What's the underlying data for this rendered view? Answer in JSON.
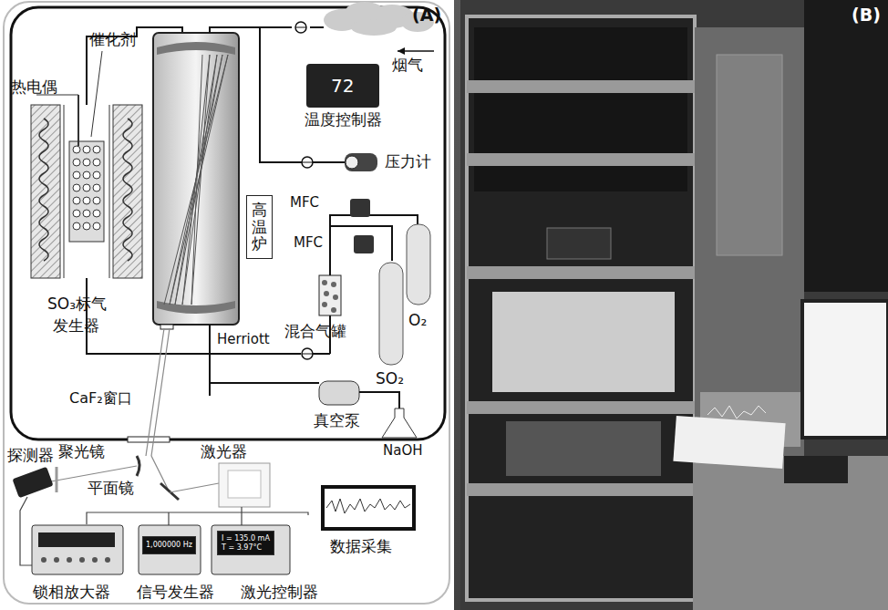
{
  "diagram": {
    "nodes": [
      {
        "text": [
          "高温炉"
        ]
      },
      {
        "text": [
          "72"
        ]
      },
      {
        "text": [
          "1,000000 Hz"
        ]
      },
      {
        "text": [
          "I = 135.0 mA",
          "T = 3.97°C"
        ]
      }
    ],
    "labels": [
      "(A)",
      "催化剂",
      "热电偶",
      "SO₃标气",
      "发生器",
      "温度控制器",
      "烟气",
      "压力计",
      "MFC",
      "MFC",
      "O₂",
      "SO₂",
      "混合气罐",
      "Herriott",
      "CaF₂窗口",
      "真空泵",
      "NaOH",
      "探测器",
      "聚光镜",
      "平面镜",
      "激光器",
      "数据采集",
      "锁相放大器",
      "信号发生器",
      "激光控制器",
      "(B)"
    ]
  }
}
